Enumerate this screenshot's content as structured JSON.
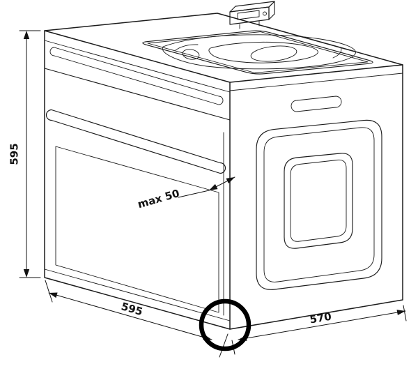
{
  "labels": {
    "height": "595",
    "front_width": "595",
    "side_depth": "570",
    "max_protrusion": "max 50"
  },
  "colors": {
    "line": "#1b1b1b",
    "background": "#ffffff",
    "highlight_circle": "#000000"
  }
}
